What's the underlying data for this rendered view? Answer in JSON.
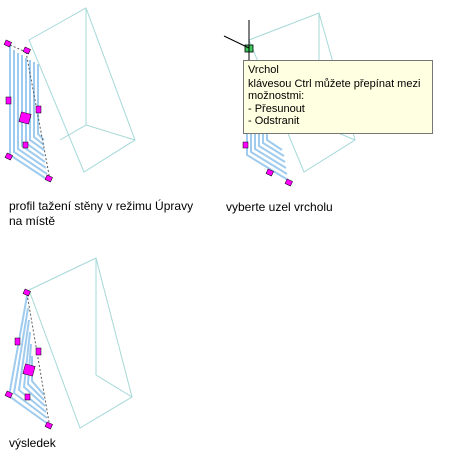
{
  "panels": [
    {
      "caption_lines": [
        "profil tažení stěny v režimu Úpravy",
        "na místě"
      ]
    },
    {
      "caption_lines": [
        "vyberte uzel vrcholu"
      ]
    },
    {
      "caption_lines": [
        "výsledek"
      ]
    }
  ],
  "tooltip": {
    "title": "Vrchol",
    "line1": "klávesou Ctrl můžete přepínat mezi",
    "line2": "možnostmi:",
    "option1": "- Přesunout",
    "option2": "- Odstranit"
  },
  "colors": {
    "wireframe": "#a6d8d8",
    "profile": "#9fcbee",
    "grip": "#ff00ff",
    "selected_grip": "#3cc85a",
    "tooltip_bg": "#ffffe1"
  }
}
